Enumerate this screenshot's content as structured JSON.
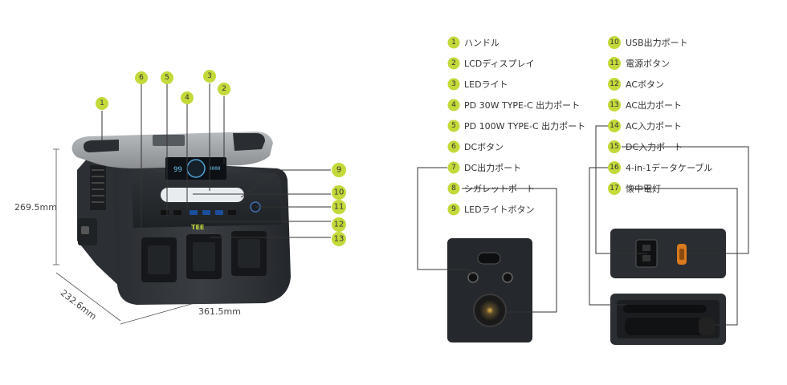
{
  "accent_color": "#c4d93a",
  "dimensions": {
    "height": "269.5mm",
    "depth": "232.6mm",
    "width": "361.5mm"
  },
  "legend": [
    {
      "num": "1",
      "label": "ハンドル"
    },
    {
      "num": "2",
      "label": "LCDディスプレイ"
    },
    {
      "num": "3",
      "label": "LEDライト"
    },
    {
      "num": "4",
      "label": "PD 30W TYPE-C 出力ポート"
    },
    {
      "num": "5",
      "label": "PD 100W TYPE-C 出力ポート"
    },
    {
      "num": "6",
      "label": "DCボタン"
    },
    {
      "num": "7",
      "label": "DC出力ポート"
    },
    {
      "num": "8",
      "label": "シガレットポート"
    },
    {
      "num": "9",
      "label": "LEDライトボタン"
    },
    {
      "num": "10",
      "label": "USB出力ポート"
    },
    {
      "num": "11",
      "label": "電源ボタン"
    },
    {
      "num": "12",
      "label": "ACボタン"
    },
    {
      "num": "13",
      "label": "AC出力ポート"
    },
    {
      "num": "14",
      "label": "AC入力ポート"
    },
    {
      "num": "15",
      "label": "DC入力ポート"
    },
    {
      "num": "16",
      "label": "4-in-1データケーブル"
    },
    {
      "num": "17",
      "label": "懐中電灯"
    }
  ],
  "callouts": [
    "1",
    "2",
    "3",
    "4",
    "5",
    "6",
    "9",
    "10",
    "11",
    "12",
    "13"
  ],
  "display": {
    "left_value": "99",
    "right_value": "0000"
  }
}
